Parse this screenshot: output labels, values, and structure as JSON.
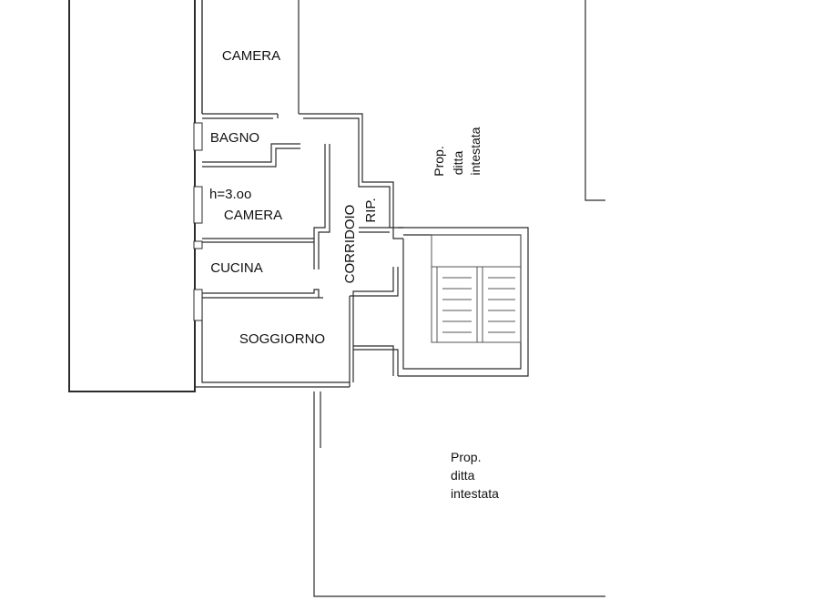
{
  "rooms": {
    "camera_top": "CAMERA",
    "bagno": "BAGNO",
    "height_note": "h=3.oo",
    "camera_mid": "CAMERA",
    "cucina": "CUCINA",
    "soggiorno": "SOGGIORNO",
    "corridoio": "CORRIDOIO",
    "ripostiglio": "RIP."
  },
  "neighbor_top": {
    "line1": "Prop.",
    "line2": "ditta",
    "line3": "intestata"
  },
  "neighbor_bottom": {
    "line1": "Prop.",
    "line2": "ditta",
    "line3": "intestata"
  },
  "colors": {
    "wall": "#2b2b2b",
    "background": "#ffffff"
  }
}
